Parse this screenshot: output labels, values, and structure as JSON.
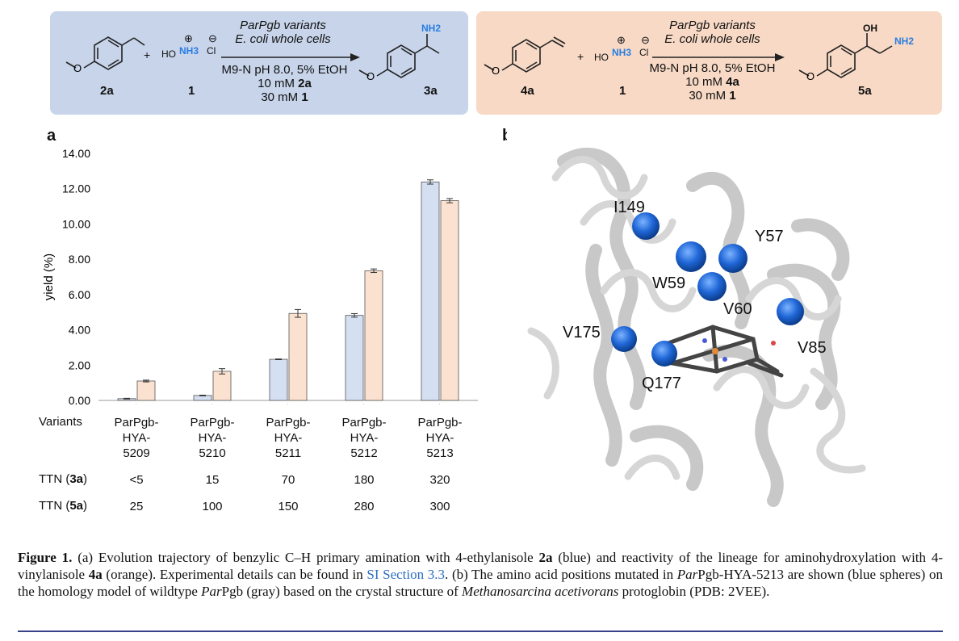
{
  "scheme_left": {
    "reagent_1": "ParPgb variants",
    "reagent_2": "E. coli whole cells",
    "cond_1": "M9-N pH 8.0, 5% EtOH",
    "cond_2_pre": "10 mM ",
    "cond_2_bold": "2a",
    "cond_3_pre": "30 mM ",
    "cond_3_bold": "1",
    "substrate": "2a",
    "reagent_num": "1",
    "product": "3a",
    "nh2": "NH2",
    "nh3": "NH3",
    "ho": "HO",
    "cl": "Cl",
    "plus": "+"
  },
  "scheme_right": {
    "reagent_1": "ParPgb variants",
    "reagent_2": "E. coli whole cells",
    "cond_1": "M9-N pH 8.0, 5% EtOH",
    "cond_2_pre": "10 mM ",
    "cond_2_bold": "4a",
    "cond_3_pre": "30 mM ",
    "cond_3_bold": "1",
    "substrate": "4a",
    "reagent_num": "1",
    "product": "5a",
    "oh": "OH",
    "nh2": "NH2",
    "nh3": "NH3",
    "ho": "HO",
    "cl": "Cl",
    "plus": "+"
  },
  "panel_a": "a",
  "panel_b": "b",
  "chart_data": {
    "type": "bar",
    "ylabel": "yield (%)",
    "ylim": [
      0,
      14
    ],
    "yticks": [
      "0.00",
      "2.00",
      "4.00",
      "6.00",
      "8.00",
      "10.00",
      "12.00",
      "14.00"
    ],
    "categories": [
      "ParPgb-HYA-5209",
      "ParPgb-HYA-5210",
      "ParPgb-HYA-5211",
      "ParPgb-HYA-5212",
      "ParPgb-HYA-5213"
    ],
    "series": [
      {
        "color": "#d5dff2",
        "values": [
          0.1,
          0.28,
          2.33,
          4.82,
          12.38
        ],
        "errors": [
          0.02,
          0.02,
          0.02,
          0.1,
          0.12
        ]
      },
      {
        "color": "#fbe1cf",
        "values": [
          1.1,
          1.65,
          4.93,
          7.35,
          11.32
        ],
        "errors": [
          0.05,
          0.15,
          0.22,
          0.1,
          0.12
        ]
      }
    ]
  },
  "table": {
    "variants_label": "Variants",
    "variant_lines": [
      [
        "ParPgb-",
        "HYA-",
        "5209"
      ],
      [
        "ParPgb-",
        "HYA-",
        "5210"
      ],
      [
        "ParPgb-",
        "HYA-",
        "5211"
      ],
      [
        "ParPgb-",
        "HYA-",
        "5212"
      ],
      [
        "ParPgb-",
        "HYA-",
        "5213"
      ]
    ],
    "ttn3_pre": "TTN (",
    "ttn3_bold": "3a",
    "ttn3_post": ")",
    "ttn5_pre": "TTN (",
    "ttn5_bold": "5a",
    "ttn5_post": ")",
    "ttn3": [
      "<5",
      "15",
      "70",
      "180",
      "320"
    ],
    "ttn5": [
      "25",
      "100",
      "150",
      "280",
      "300"
    ]
  },
  "residues": [
    "I149",
    "Y57",
    "W59",
    "V60",
    "V175",
    "V85",
    "Q177"
  ],
  "caption": {
    "fig": "Figure 1.",
    "t1": " (a) Evolution trajectory of benzylic C–H primary amination with 4-ethylanisole ",
    "b1": "2a",
    "t2": " (blue) and reactivity of the lineage for aminohydroxylation with 4-vinylanisole ",
    "b2": "4a",
    "t3": " (orange). Experimental details can be found in ",
    "link": "SI Section 3.3",
    "t4": ". (b) The amino acid positions mutated in ",
    "i1": "Par",
    "t5": "Pgb-HYA-5213 are shown (blue spheres) on the homology model of wildtype ",
    "i2": "Par",
    "t6": "Pgb (gray) based on the crystal structure of ",
    "i3": "Methanosarcina acetivorans",
    "t7": " protoglobin (PDB: 2VEE)."
  }
}
